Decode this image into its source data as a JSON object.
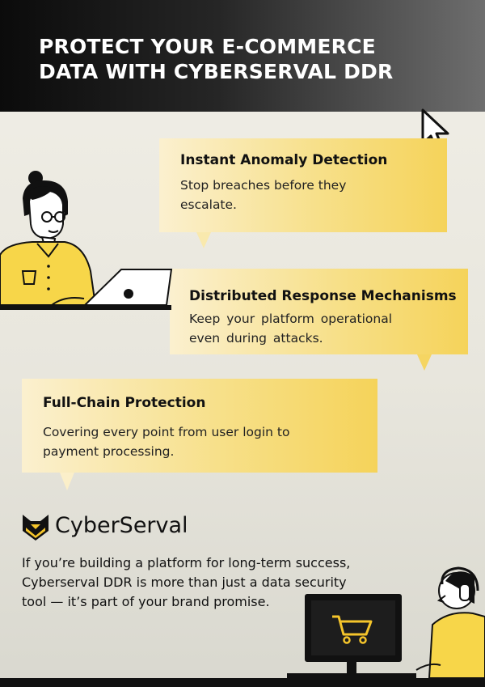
{
  "header": {
    "title_line1": "PROTECT YOUR E-COMMERCE",
    "title_line2": "DATA WITH CYBERSERVAL DDR"
  },
  "features": [
    {
      "title": "Instant Anomaly Detection",
      "text_line1": "Stop breaches before they",
      "text_line2": "escalate."
    },
    {
      "title": "Distributed Response Mechanisms",
      "text_line1": "Keep your platform operational",
      "text_line2": "even during attacks."
    },
    {
      "title": "Full-Chain Protection",
      "text_line1": "Covering every point from user login to",
      "text_line2": "payment processing."
    }
  ],
  "brand": {
    "name": "CyberServal"
  },
  "closing": {
    "line1": "If you’re building a platform for long-term success,",
    "line2": "Cyberserval DDR is more than just a data security",
    "line3": "tool — it’s part of your brand promise."
  },
  "colors": {
    "accent_yellow": "#f5d35a",
    "header_dark": "#0b0b0b",
    "text_dark": "#111111"
  },
  "icons": [
    "cursor-icon",
    "cyberserval-logo-icon",
    "shopping-cart-icon"
  ]
}
